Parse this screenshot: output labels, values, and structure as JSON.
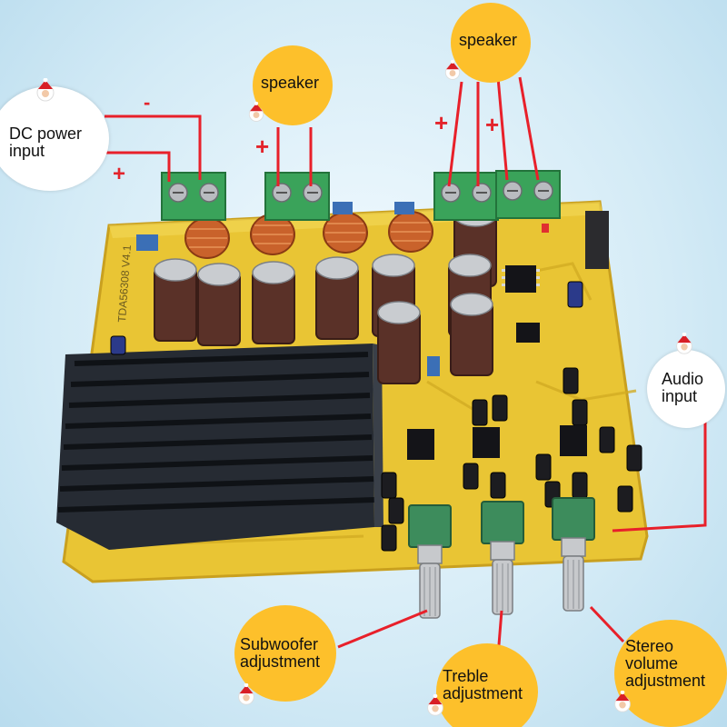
{
  "labels": {
    "dc_power": "DC power input",
    "speaker_left": "speaker",
    "speaker_right": "speaker",
    "audio_input": "Audio input",
    "subwoofer": "Subwoofer adjustment",
    "treble": "Treble adjustment",
    "stereo_volume": "Stereo volume adjustment"
  },
  "polarity": {
    "dc_minus": "-",
    "dc_plus": "+",
    "left_plus": "+",
    "right_plus_1": "+",
    "right_plus_2": "+"
  },
  "board_print": {
    "model": "TDA56308 V4.1"
  },
  "colors": {
    "pcb": "#e9c534",
    "heatsink": "#1d2127",
    "terminal": "#3aa35a",
    "callout_line": "#e8202a",
    "yellow_bubble": "#fdc02b",
    "capacitor": "#5a3128"
  },
  "icons": [
    "santa-icon"
  ]
}
